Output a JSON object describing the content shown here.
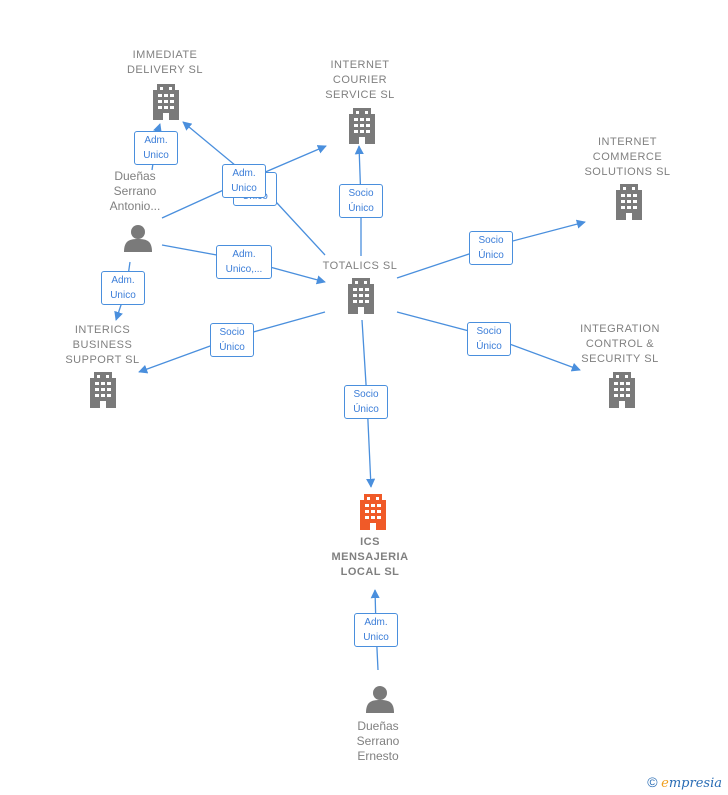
{
  "colors": {
    "edge": "#4a8fdd",
    "node": "#7a7a7a",
    "focus": "#f05a28"
  },
  "nodes": {
    "immediate": "IMMEDIATE\nDELIVERY  SL",
    "courier": "INTERNET\nCOURIER\nSERVICE  SL",
    "commerce": "INTERNET\nCOMMERCE\nSOLUTIONS  SL",
    "totalics": "TOTALICS SL",
    "interics": "INTERICS\nBUSINESS\nSUPPORT  SL",
    "integration": "INTEGRATION\nCONTROL &\nSECURITY  SL",
    "ics": "ICS\nMENSAJERIA\nLOCAL  SL"
  },
  "persons": {
    "antonio": "Dueñas\nSerrano\nAntonio...",
    "ernesto": "Dueñas\nSerrano\nErnesto"
  },
  "edges": {
    "adm_unico": "Adm.\nUnico",
    "adm_unico_more": "Adm.\nUnico,...",
    "socio_unico": "Socio\nÚnico"
  },
  "footer": {
    "copyright": "©",
    "brand_e": "e",
    "brand_rest": "mpresia"
  }
}
